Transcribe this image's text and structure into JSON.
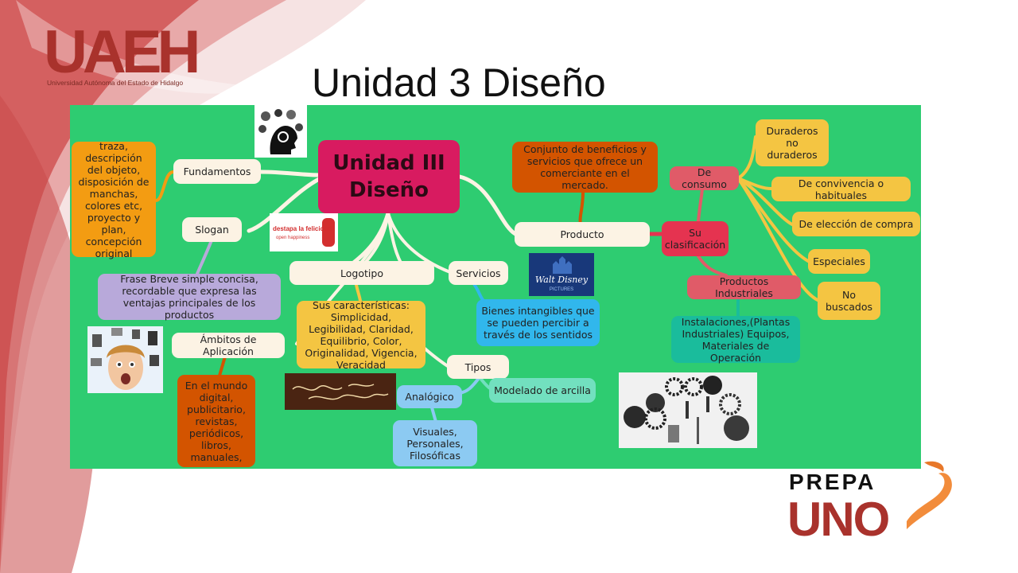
{
  "slide": {
    "title": "Unidad 3 Diseño",
    "logo_top": {
      "letters": "UAEH",
      "subtitle": "Universidad Autónoma del Estado de Hidalgo"
    },
    "logo_bottom": {
      "top_word": "PREPA",
      "bottom_word": "UNO"
    }
  },
  "map": {
    "center": "Unidad III Diseño",
    "fundamentos": {
      "label": "Fundamentos",
      "detail": "traza, descripción del objeto, disposición de manchas, colores etc, proyecto y plan, concepción original"
    },
    "slogan": {
      "label": "Slogan",
      "detail": "Frase Breve simple concisa, recordable que expresa las ventajas principales de los productos",
      "coke_text": "destapa la felicidad",
      "coke_sub": "open happiness"
    },
    "ambitos": {
      "label": "Ámbitos de Aplicación",
      "detail": "En el mundo digital, publicitario, revistas, periódicos, libros, manuales,"
    },
    "logotipo": {
      "label": "Logotipo",
      "detail": "Sus características: Simplicidad, Legibilidad, Claridad, Equilibrio, Color, Originalidad, Vigencia, Veracidad"
    },
    "tipos": {
      "label": "Tipos",
      "analogico": "Analógico",
      "modelado": "Modelado de arcilla",
      "visuales": "Visuales, Personales, Filosóficas"
    },
    "servicios": {
      "label": "Servicios",
      "detail": "Bienes intangibles que se pueden percibir a través de los sentidos",
      "disney_text": "Walt Disney",
      "disney_sub": "PICTURES"
    },
    "producto": {
      "label": "Producto",
      "detail": "Conjunto de beneficios y servicios que ofrece un comerciante en el mercado."
    },
    "clasificacion": {
      "label": "Su clasificación"
    },
    "consumo": {
      "label": "De consumo",
      "items": [
        "Duraderos no duraderos",
        "De convivencia o habituales",
        "De elección de compra",
        "Especiales",
        "No buscados"
      ]
    },
    "industriales": {
      "label": "Productos Industriales",
      "detail": "Instalaciones,(Plantas Industriales) Equipos, Materiales de Operación"
    }
  },
  "colors": {
    "map_bg": "#2ecc71",
    "center": "#d81b60",
    "brand_red": "#a9322c"
  }
}
